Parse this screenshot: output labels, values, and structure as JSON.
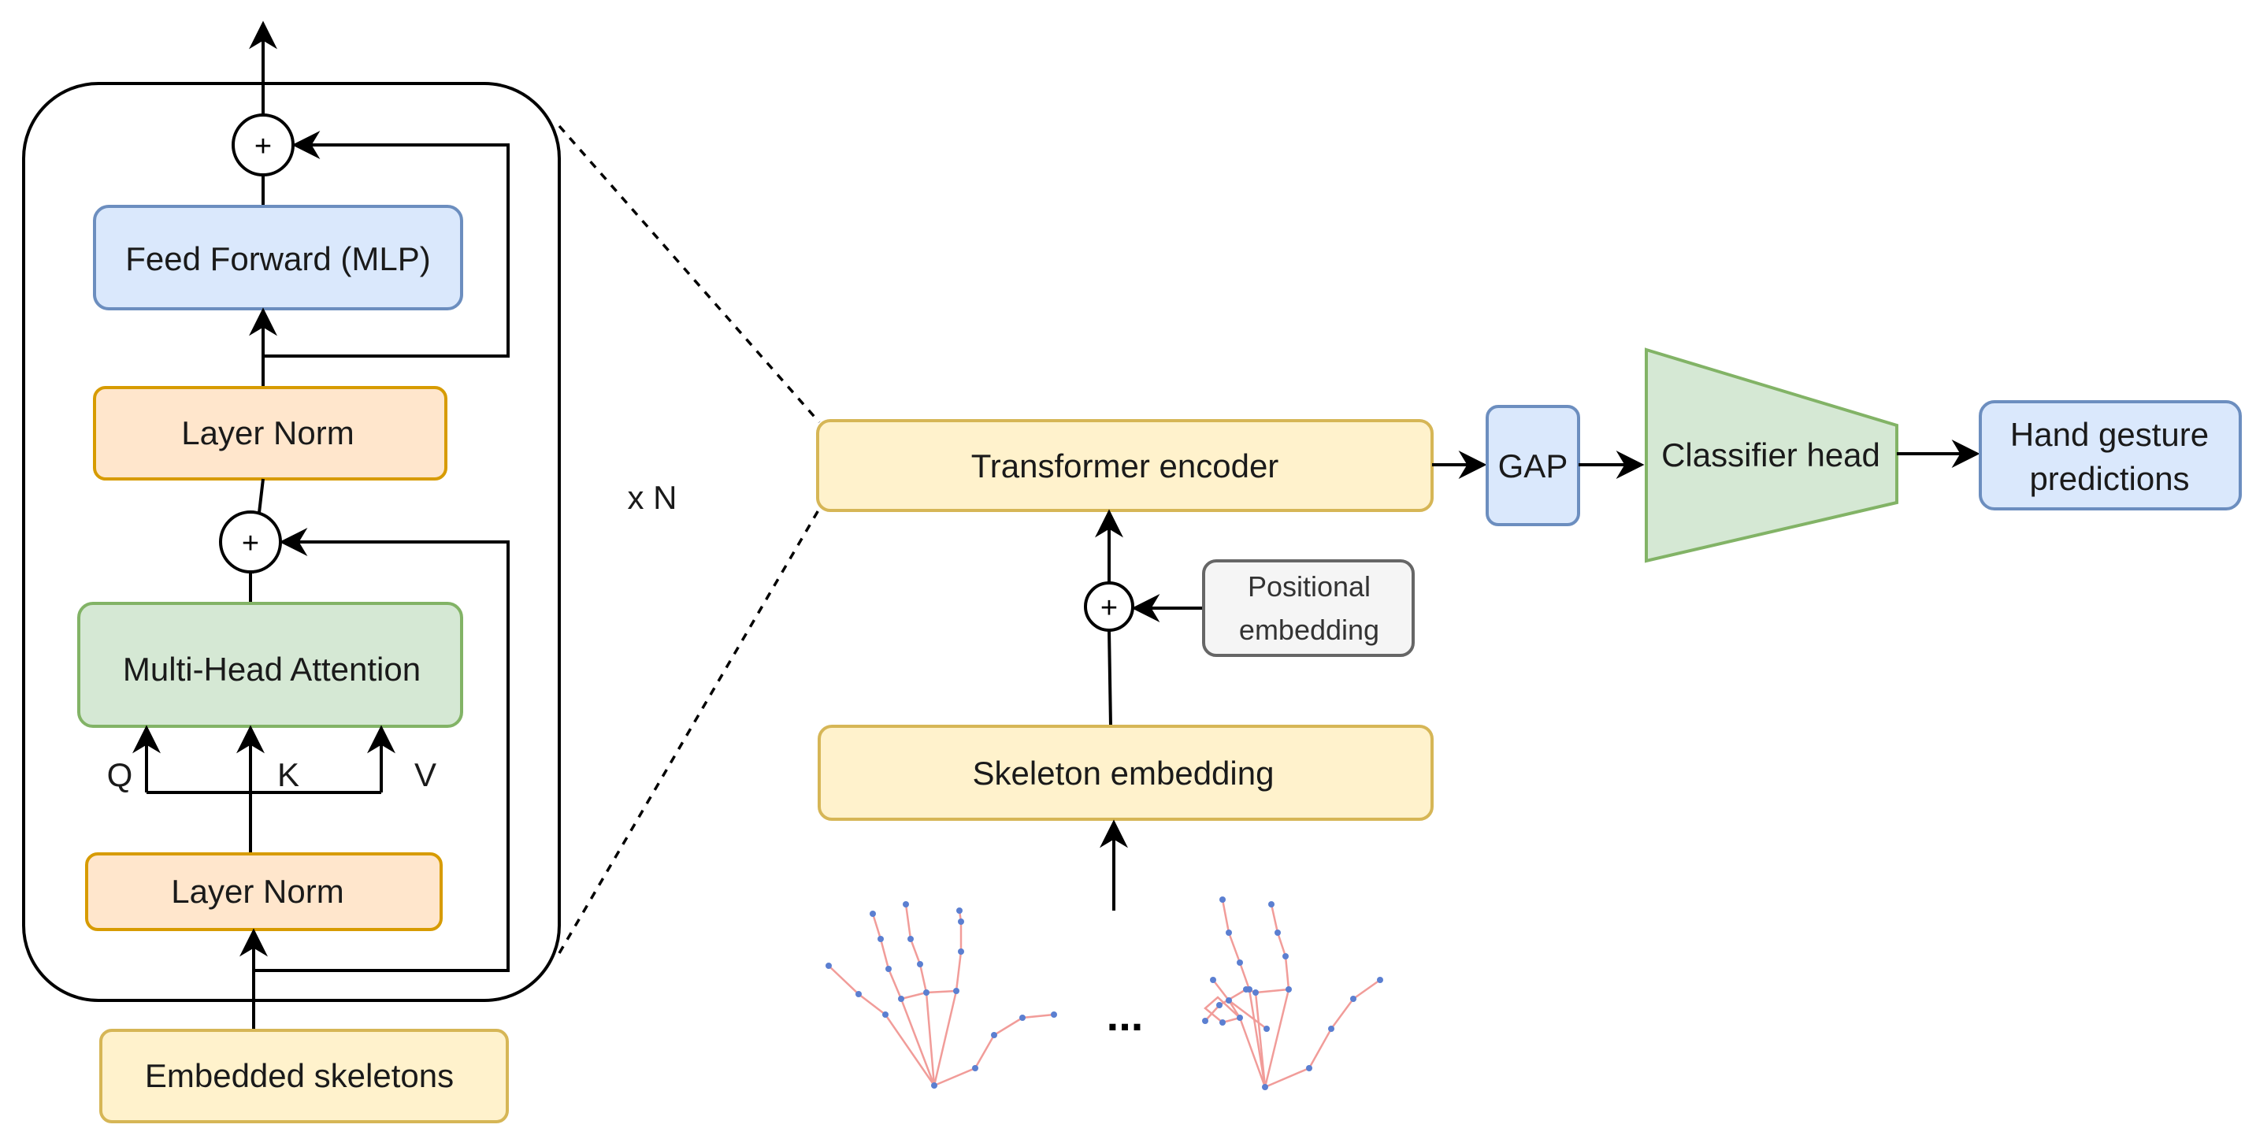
{
  "encoder_block": {
    "feed_forward": "Feed Forward (MLP)",
    "layer_norm_top": "Layer Norm",
    "multi_head_attention": "Multi-Head Attention",
    "layer_norm_bottom": "Layer Norm",
    "plus_symbol": "+",
    "q_label": "Q",
    "k_label": "K",
    "v_label": "V",
    "repeat_label": "x N"
  },
  "input": {
    "embedded_skeletons": "Embedded skeletons"
  },
  "pipeline": {
    "transformer_encoder": "Transformer encoder",
    "gap": "GAP",
    "classifier_head": "Classifier head",
    "predictions_line1": "Hand gesture",
    "predictions_line2": "predictions",
    "positional_line1": "Positional",
    "positional_line2": "embedding",
    "skeleton_embedding": "Skeleton embedding",
    "ellipsis": "..."
  },
  "colors": {
    "yellow_fill": "#fff2cc",
    "yellow_stroke": "#d6b656",
    "orange_fill": "#ffe6cc",
    "orange_stroke": "#d79b00",
    "blue_fill": "#dae8fc",
    "blue_stroke": "#6c8ebf",
    "green_fill": "#d5e8d4",
    "green_stroke": "#82b366",
    "gray_fill": "#f5f5f5",
    "gray_stroke": "#666666",
    "skeleton_bone": "#f19c99",
    "skeleton_joint": "#5b7fd1"
  }
}
